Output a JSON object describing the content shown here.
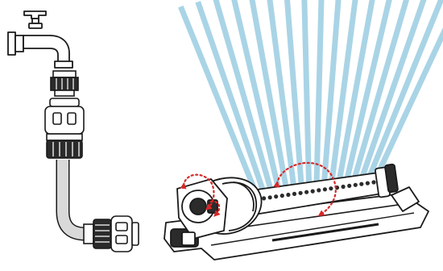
{
  "diagram": {
    "colors": {
      "outline": "#1a1a1a",
      "water": "#a9d4e6",
      "hose": "#d9d9d9",
      "dark_part": "#2b2b2b",
      "arrow": "#d62828",
      "background": "#ffffff"
    },
    "parts": [
      {
        "name": "tap",
        "icon": "faucet-icon"
      },
      {
        "name": "tap-connector",
        "icon": "threaded-connector-icon"
      },
      {
        "name": "hose-connector-top",
        "icon": "hose-connector-icon"
      },
      {
        "name": "garden-hose",
        "icon": "hose-icon"
      },
      {
        "name": "hose-connector-bottom",
        "icon": "hose-connector-icon"
      },
      {
        "name": "oscillating-sprinkler",
        "icon": "sprinkler-icon"
      }
    ],
    "water_jets": {
      "count": 17
    },
    "adjust_arrows": {
      "count": 3,
      "style": "dotted-red-curved"
    }
  }
}
